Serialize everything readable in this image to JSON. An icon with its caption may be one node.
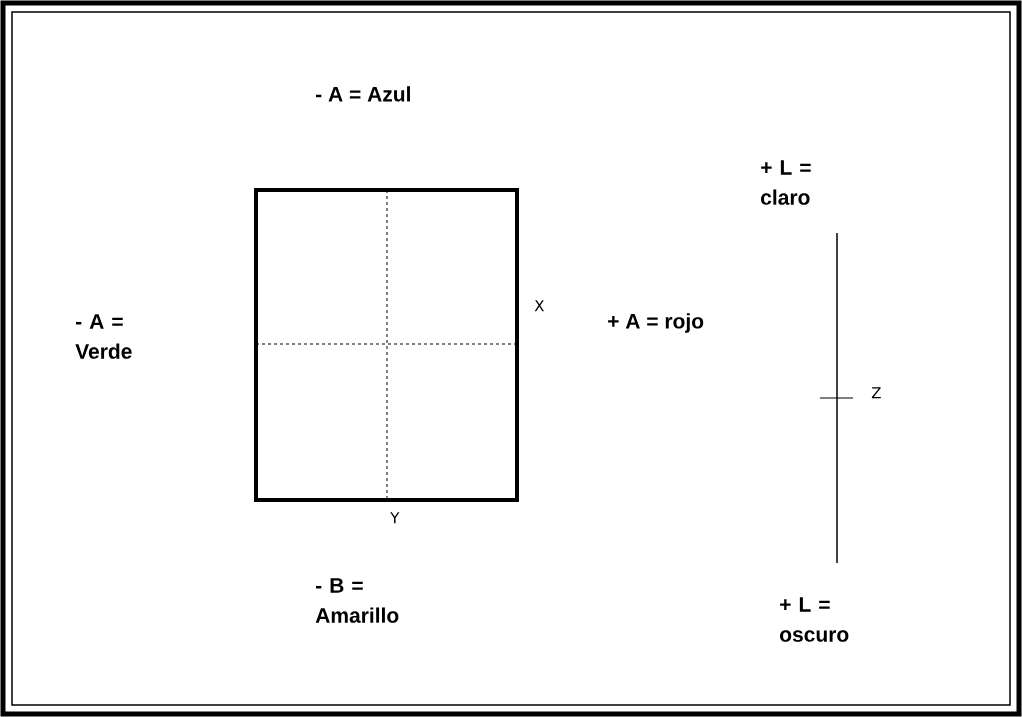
{
  "diagram": {
    "labels": [
      "- A = Azul",
      "+ L = claro",
      "X",
      "+ A = rojo",
      "- A = Verde",
      "Z",
      "Y",
      "- B = Amarillo",
      "+ L = oscuro"
    ]
  }
}
